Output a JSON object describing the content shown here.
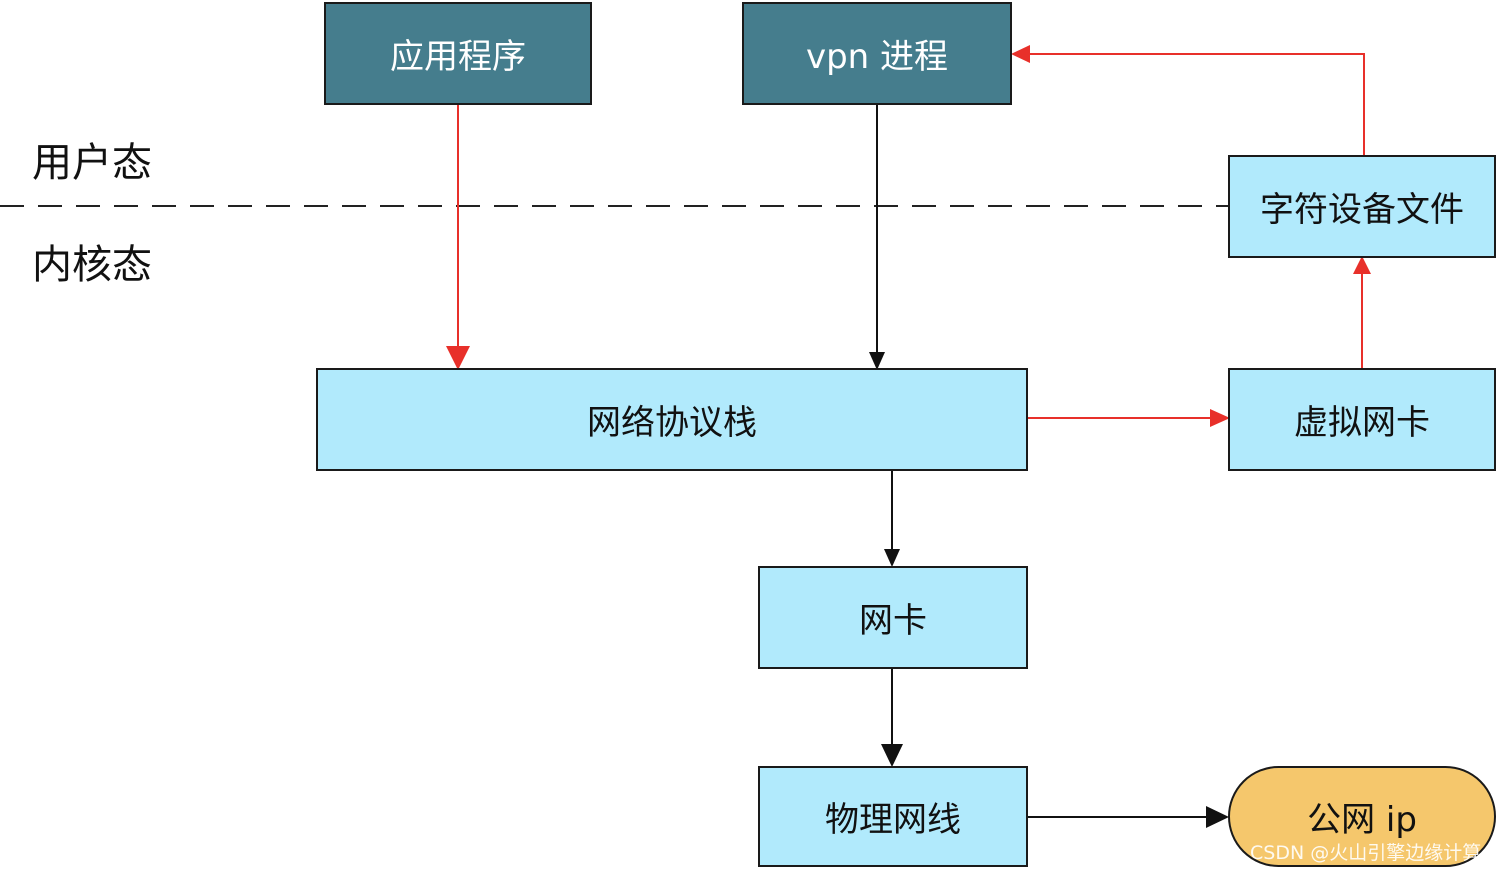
{
  "zones": {
    "user": "用户态",
    "kernel": "内核态"
  },
  "nodes": {
    "app": "应用程序",
    "vpn": "vpn 进程",
    "chardev": "字符设备文件",
    "stack": "网络协议栈",
    "tun": "虚拟网卡",
    "nic": "网卡",
    "wire": "物理网线",
    "public_ip": "公网 ip"
  },
  "watermark": "CSDN @火山引擎边缘计算",
  "colors": {
    "dark_box": "#457d8d",
    "light_box": "#b1eafc",
    "pill": "#f5c76c",
    "red_arrow": "#e8302a",
    "black_arrow": "#111111"
  },
  "edges": [
    {
      "from": "app",
      "to": "stack",
      "color": "red"
    },
    {
      "from": "vpn",
      "to": "stack",
      "color": "black"
    },
    {
      "from": "stack",
      "to": "tun",
      "color": "red"
    },
    {
      "from": "tun",
      "to": "chardev",
      "color": "red"
    },
    {
      "from": "chardev",
      "to": "vpn",
      "color": "red"
    },
    {
      "from": "stack",
      "to": "nic",
      "color": "black"
    },
    {
      "from": "nic",
      "to": "wire",
      "color": "black"
    },
    {
      "from": "wire",
      "to": "public_ip",
      "color": "black"
    }
  ]
}
